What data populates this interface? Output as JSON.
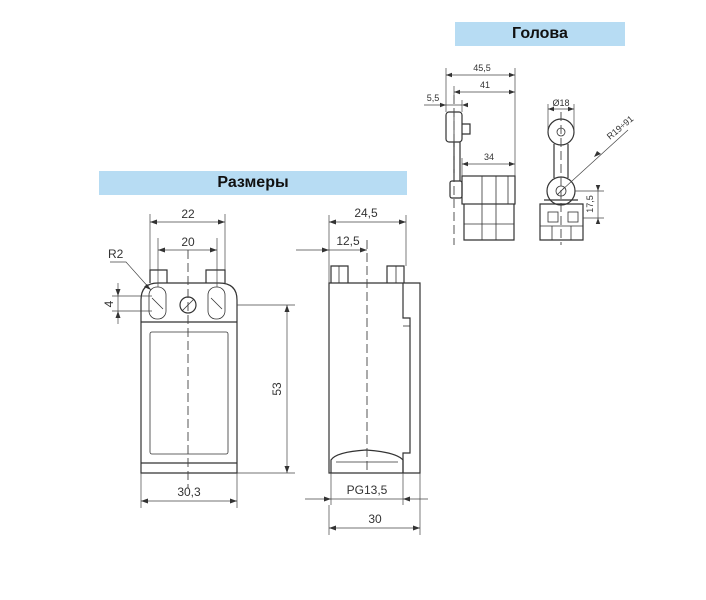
{
  "banners": {
    "head": "Голова",
    "dimensions": "Размеры"
  },
  "front_view": {
    "width_top": "22",
    "slot_spacing": "20",
    "radius": "R2",
    "slot_height": "4",
    "body_height": "53",
    "body_width": "30,3"
  },
  "side_view": {
    "depth_top": "24,5",
    "center_offset": "12,5",
    "thread": "PG13,5",
    "depth_bottom": "30"
  },
  "head_side": {
    "total": "45,5",
    "to_axis": "41",
    "lever_offset": "5,5",
    "body_depth": "34"
  },
  "head_front": {
    "roller_diameter": "Ø18",
    "lever_radius": "R19÷91",
    "axis_height": "17,5"
  },
  "colors": {
    "banner": "#b7dcf3",
    "line": "#333333"
  }
}
